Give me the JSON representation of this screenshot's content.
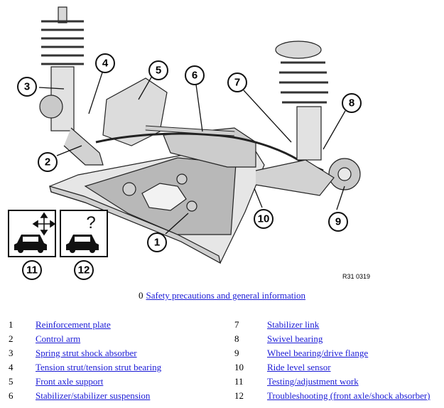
{
  "callouts": [
    "1",
    "2",
    "3",
    "4",
    "5",
    "6",
    "7",
    "8",
    "9",
    "10",
    "11",
    "12"
  ],
  "figure_ref": "R31 0319",
  "reference": {
    "number": "0",
    "label": "Safety precautions and general information"
  },
  "legend": [
    {
      "num": "1",
      "label": "Reinforcement plate"
    },
    {
      "num": "2",
      "label": "Control arm"
    },
    {
      "num": "3",
      "label": "Spring strut shock absorber"
    },
    {
      "num": "4",
      "label": "Tension strut/tension strut bearing"
    },
    {
      "num": "5",
      "label": "Front axle support"
    },
    {
      "num": "6",
      "label": "Stabilizer/stabilizer suspension"
    },
    {
      "num": "7",
      "label": "Stabilizer link"
    },
    {
      "num": "8",
      "label": "Swivel bearing"
    },
    {
      "num": "9",
      "label": "Wheel bearing/drive flange"
    },
    {
      "num": "10",
      "label": "Ride level sensor"
    },
    {
      "num": "11",
      "label": "Testing/adjustment work"
    },
    {
      "num": "12",
      "label": "Troubleshooting (front axle/shock absorber)"
    }
  ],
  "colors": {
    "link": "#1a1ad6",
    "frame": "#e4e4e4",
    "outline": "#222222"
  }
}
